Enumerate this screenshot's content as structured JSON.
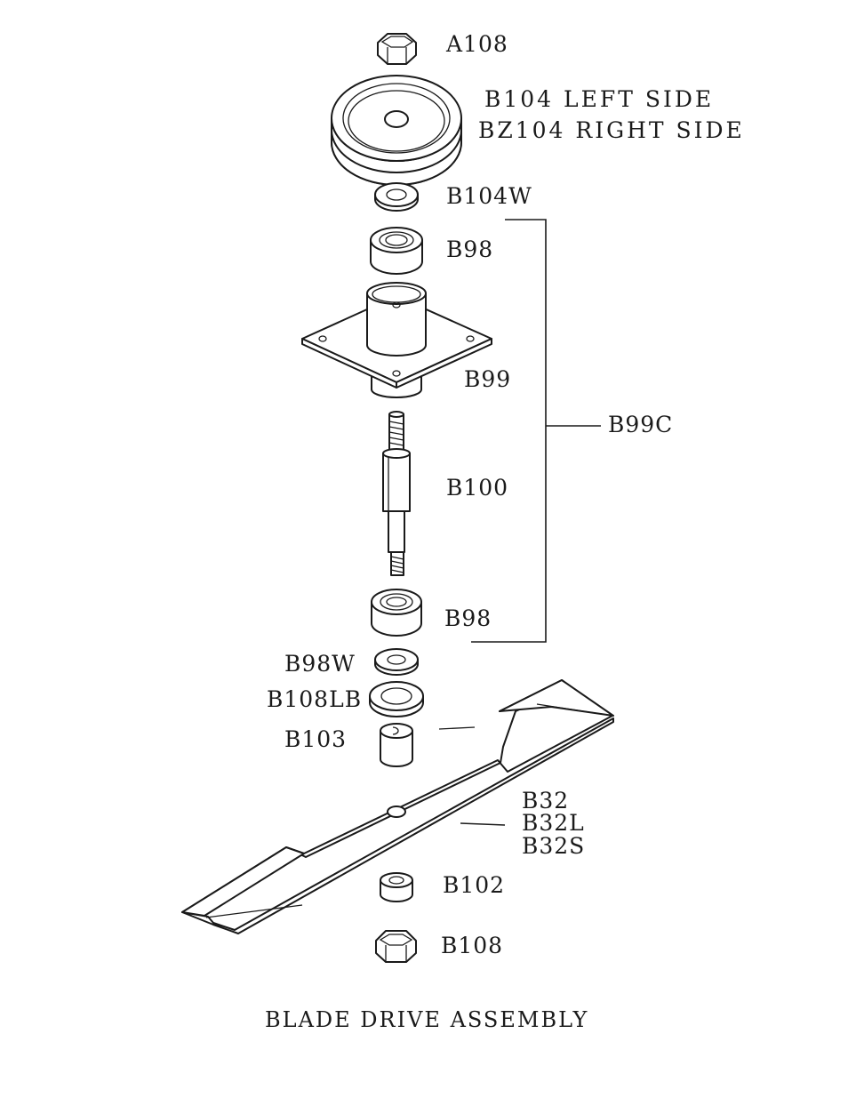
{
  "labels": {
    "a108": "A108",
    "b104_left": "B104 LEFT SIDE",
    "bz104_right": "BZ104 RIGHT SIDE",
    "b104w": "B104W",
    "b98_top": "B98",
    "b99": "B99",
    "b99c": "B99C",
    "b100": "B100",
    "b98_bottom": "B98",
    "b98w": "B98W",
    "b108lb": "B108LB",
    "b103": "B103",
    "b32": "B32",
    "b32l": "B32L",
    "b32s": "B32S",
    "b102": "B102",
    "b108": "B108"
  },
  "title": "BLADE DRIVE ASSEMBLY"
}
